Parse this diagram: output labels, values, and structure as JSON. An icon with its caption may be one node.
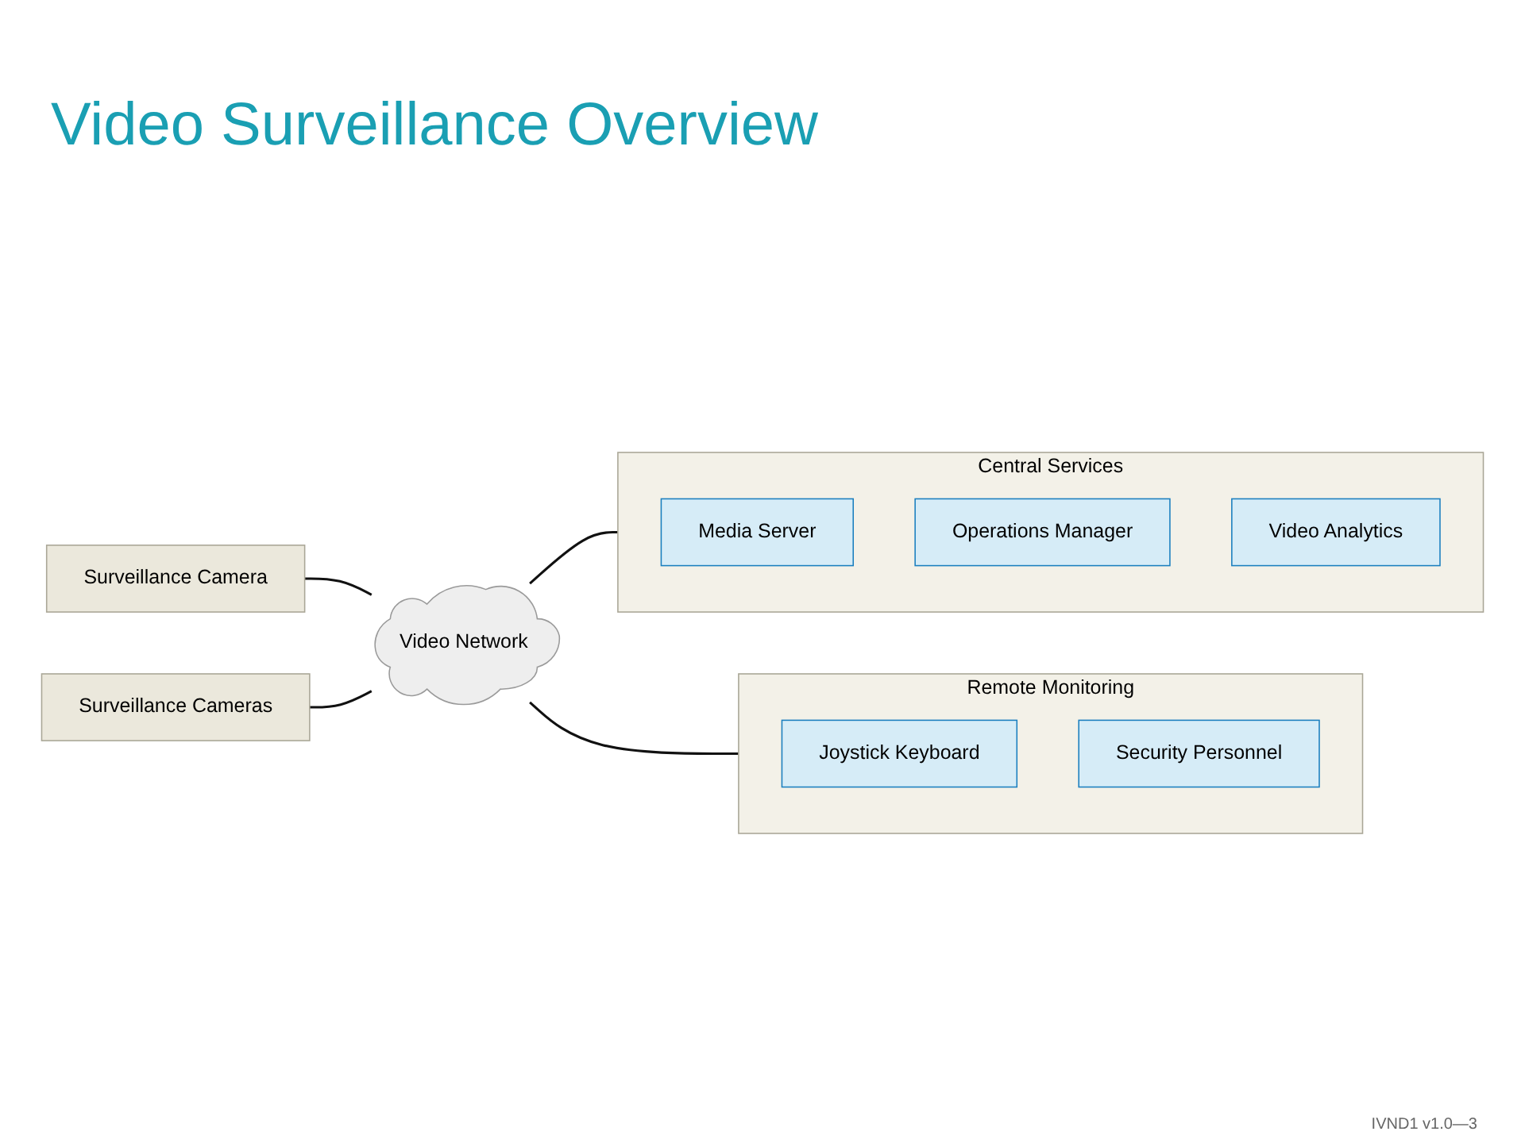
{
  "diagram": {
    "title": "Video Surveillance Overview",
    "nodes": [
      {
        "text": [
          "Surveillance Camera"
        ]
      },
      {
        "text": [
          "Surveillance Cameras"
        ]
      },
      {
        "text": [
          "Video Network"
        ]
      },
      {
        "text": [
          "Central Services"
        ]
      },
      {
        "text": [
          "Media Server"
        ],
        "in": 3
      },
      {
        "text": [
          "Operations Manager"
        ],
        "in": 3
      },
      {
        "text": [
          "Video Analytics"
        ],
        "in": 3
      },
      {
        "text": [
          "Remote Monitoring"
        ]
      },
      {
        "text": [
          "Joystick Keyboard"
        ],
        "in": 7
      },
      {
        "text": [
          "Security Personnel"
        ],
        "in": 7
      }
    ],
    "edges": [
      {
        "from": 0,
        "to": 2,
        "arrow": "none"
      },
      {
        "from": 1,
        "to": 2,
        "arrow": "none"
      },
      {
        "from": 2,
        "to": 3,
        "arrow": "none"
      },
      {
        "from": 2,
        "to": 7,
        "arrow": "none"
      }
    ],
    "labels": [
      "IVND1 v1.0—3"
    ]
  }
}
